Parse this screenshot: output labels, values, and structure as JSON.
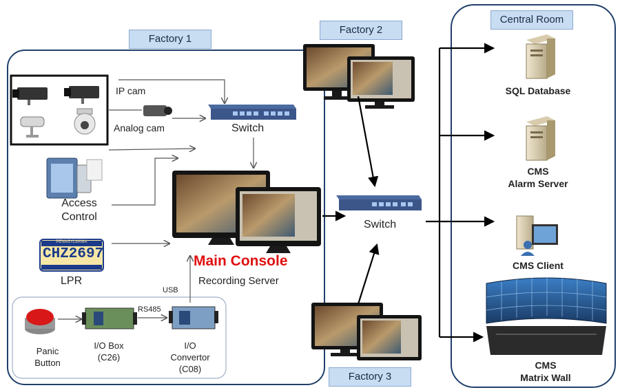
{
  "labels": {
    "factory1": "Factory 1",
    "factory2": "Factory 2",
    "factory3": "Factory 3",
    "central_room": "Central Room"
  },
  "factory1": {
    "ip_cam": "IP cam",
    "analog_cam": "Analog cam",
    "switch": "Switch",
    "access_control_line1": "Access",
    "access_control_line2": "Control",
    "lpr_plate": "CHZ2697",
    "lpr_plate_header": "PENNSYLVANIA",
    "lpr": "LPR",
    "main_console": "Main Console",
    "recording_server": "Recording Server",
    "usb": "USB",
    "rs485": "RS485",
    "panic_button_line1": "Panic",
    "panic_button_line2": "Button",
    "io_box_line1": "I/O Box",
    "io_box_line2": "(C26)",
    "io_convertor_line1": "I/O",
    "io_convertor_line2": "Convertor",
    "io_convertor_line3": "(C08)"
  },
  "network": {
    "switch": "Switch"
  },
  "central_room": {
    "sql_database": "SQL Database",
    "alarm_line1": "CMS",
    "alarm_line2": "Alarm Server",
    "cms_client": "CMS Client",
    "matrix_line1": "CMS",
    "matrix_line2": "Matrix Wall"
  },
  "colors": {
    "zone_border": "#1f3f6b",
    "label_fill": "#c8dcf2",
    "main_console_text": "#e01010",
    "plate_text": "#1b3a8a"
  }
}
